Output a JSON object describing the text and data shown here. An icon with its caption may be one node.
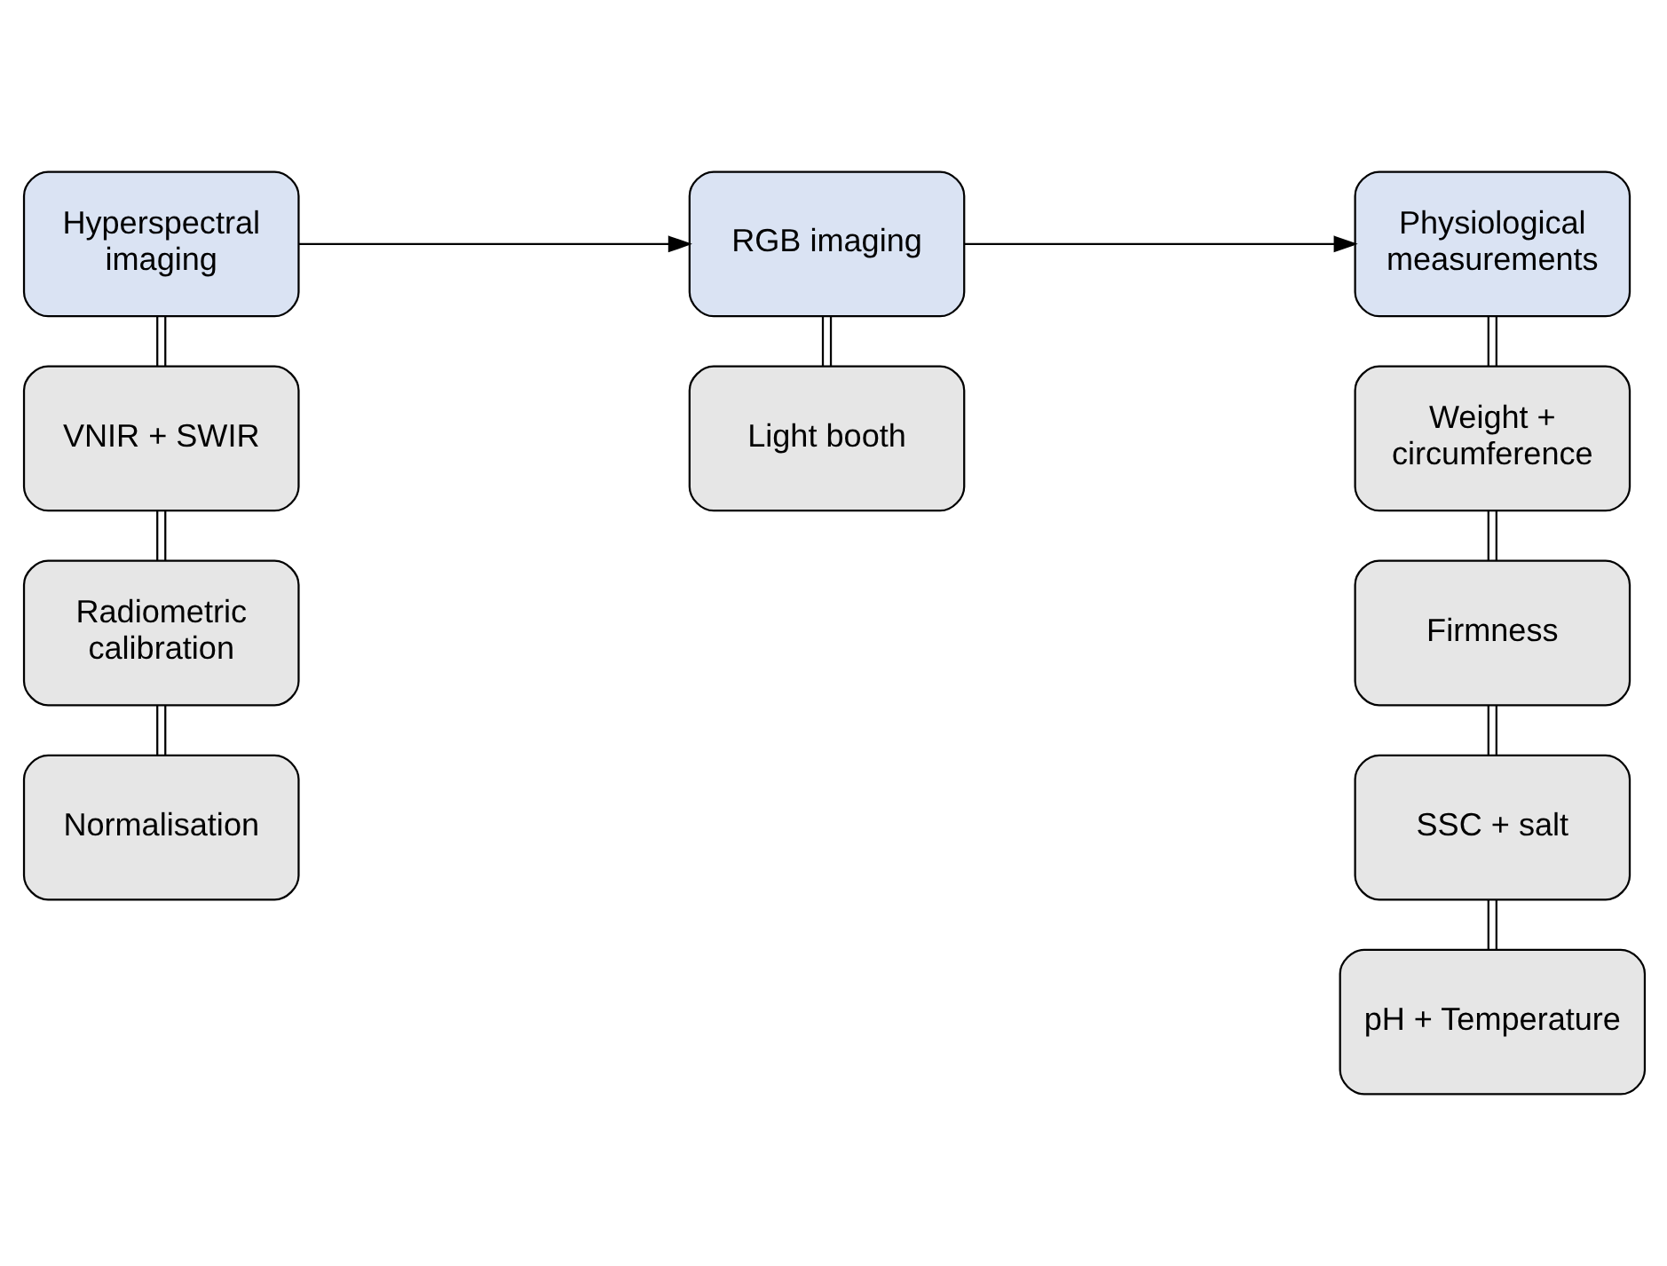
{
  "diagram": {
    "nodes": [
      {
        "text": [
          "Hyperspectral imaging"
        ]
      },
      {
        "text": [
          "VNIR + SWIR"
        ]
      },
      {
        "text": [
          "Radiometric calibration"
        ]
      },
      {
        "text": [
          "Normalisation"
        ]
      },
      {
        "text": [
          "RGB imaging"
        ]
      },
      {
        "text": [
          "Light booth"
        ]
      },
      {
        "text": [
          "Physiological measurements"
        ]
      },
      {
        "text": [
          "Weight + circumference"
        ]
      },
      {
        "text": [
          "Firmness"
        ]
      },
      {
        "text": [
          "SSC + salt"
        ]
      },
      {
        "text": [
          "pH + Temperature"
        ]
      }
    ],
    "edges": [
      {
        "from": 0,
        "to": 4,
        "arrow": "to"
      },
      {
        "from": 4,
        "to": 6,
        "arrow": "to"
      },
      {
        "from": 0,
        "to": 1,
        "arrow": "none"
      },
      {
        "from": 1,
        "to": 2,
        "arrow": "none"
      },
      {
        "from": 2,
        "to": 3,
        "arrow": "none"
      },
      {
        "from": 4,
        "to": 5,
        "arrow": "none"
      },
      {
        "from": 6,
        "to": 7,
        "arrow": "none"
      },
      {
        "from": 7,
        "to": 8,
        "arrow": "none"
      },
      {
        "from": 8,
        "to": 9,
        "arrow": "none"
      },
      {
        "from": 9,
        "to": 10,
        "arrow": "none"
      }
    ]
  }
}
